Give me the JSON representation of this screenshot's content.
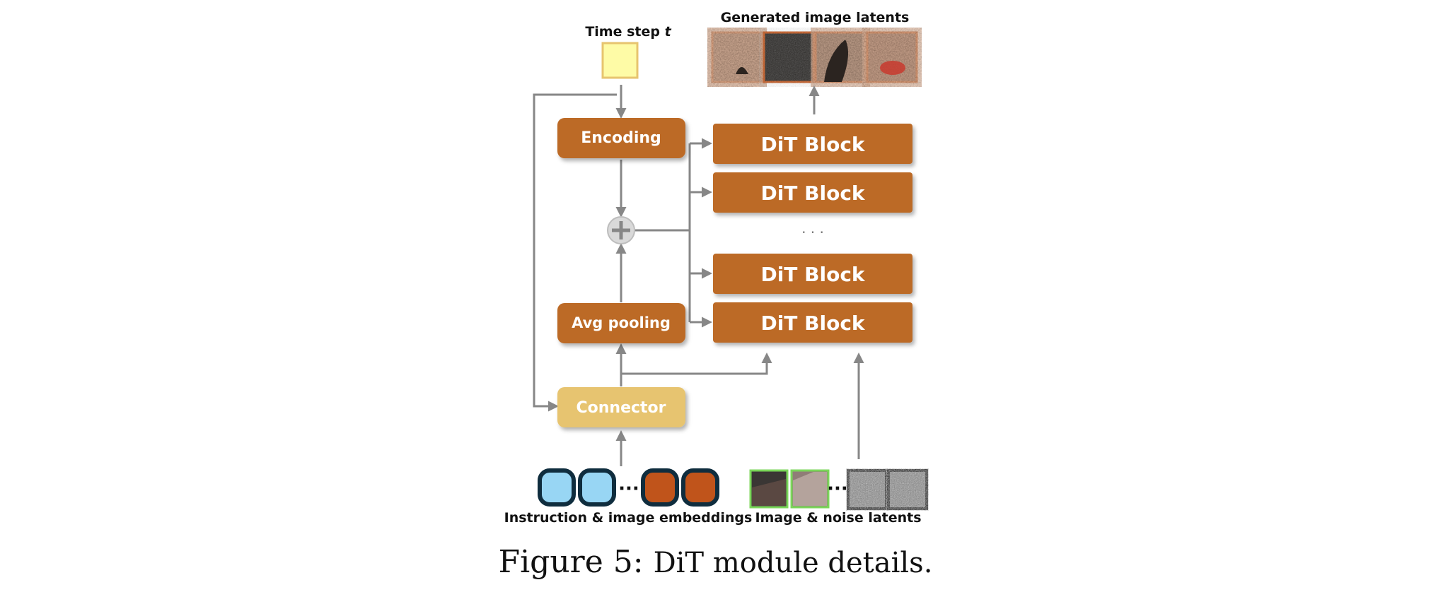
{
  "diagram": {
    "timestep_label": "Time step ",
    "timestep_var": "t",
    "generated_label": "Generated image latents",
    "encoding_label": "Encoding",
    "avg_pooling_label": "Avg pooling",
    "connector_label": "Connector",
    "dit_block_label": "DiT Block",
    "ellipsis": "· · ·",
    "dots": "···",
    "instruction_label": "Instruction & image embeddings",
    "image_noise_label": "Image & noise latents"
  },
  "caption": {
    "prefix": "Figure 5:",
    "text": "DiT module details."
  },
  "colors": {
    "block_orange": "#bc6a26",
    "connector_yellow": "#e7c46f",
    "timestep_fill": "#fefba6",
    "timestep_stroke": "#e7c46f",
    "arrow_gray": "#878787",
    "embed_blue": "#98d6f4",
    "embed_orange": "#c0541b",
    "embed_border": "#0f2d3e"
  }
}
